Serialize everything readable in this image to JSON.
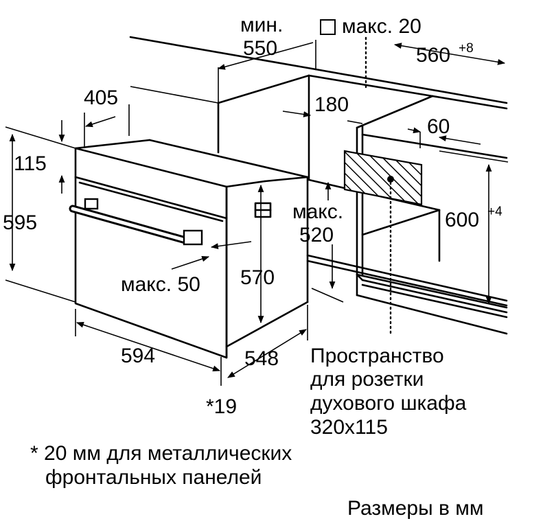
{
  "labels": {
    "min": "мин.",
    "d550": "550",
    "max20": "макс. 20",
    "d560": "560",
    "d560_sup": "+8",
    "d405": "405",
    "d180": "180",
    "d60": "60",
    "d115": "115",
    "d595": "595",
    "max_label": "макс.",
    "d520": "520",
    "d600": "600",
    "d600_sup": "+4",
    "d570": "570",
    "max50": "макс. 50",
    "d594": "594",
    "d548": "548",
    "star19": "*19"
  },
  "socket_note": {
    "line1": "Пространство",
    "line2": "для розетки",
    "line3": "духового шкафа",
    "line4": "320x115"
  },
  "footnote": {
    "line1": "* 20 мм для металлических",
    "line2": "фронтальных панелей"
  },
  "units_note": "Размеры в мм"
}
